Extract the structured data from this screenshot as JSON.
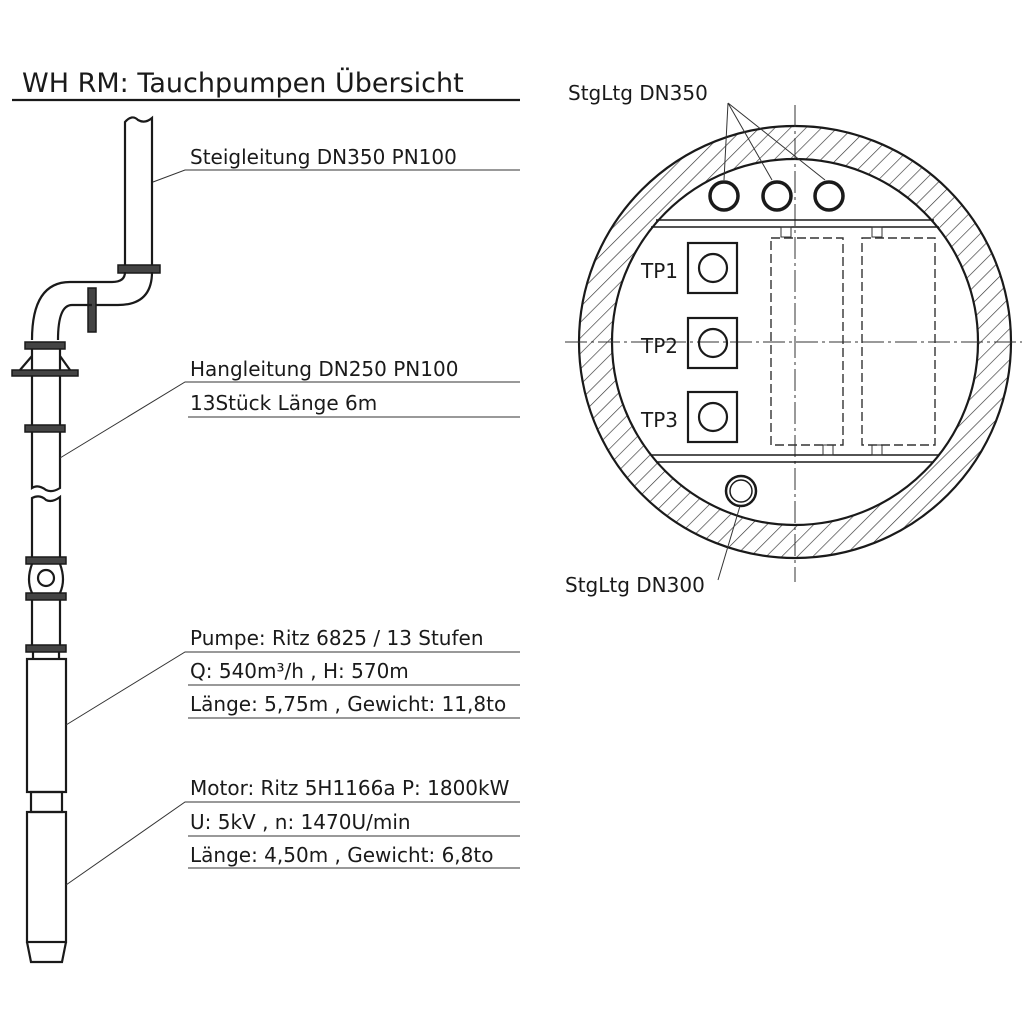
{
  "title": "WH RM: Tauchpumpen Übersicht",
  "labels": {
    "steigleitung": "Steigleitung DN350 PN100",
    "hangleitung": "Hangleitung DN250 PN100",
    "hangleitung_count": "13Stück Länge 6m",
    "pumpe": "Pumpe: Ritz 6825 / 13 Stufen",
    "pumpe_q": "Q: 540m³/h , H: 570m",
    "pumpe_len": "Länge: 5,75m , Gewicht: 11,8to",
    "motor": "Motor: Ritz 5H1166a P: 1800kW",
    "motor_u": "U: 5kV , n: 1470U/min",
    "motor_len": "Länge: 4,50m , Gewicht: 6,8to"
  },
  "section": {
    "stgltg_350": "StgLtg DN350",
    "stgltg_300": "StgLtg DN300",
    "pumps": [
      "TP1",
      "TP2",
      "TP3"
    ]
  }
}
